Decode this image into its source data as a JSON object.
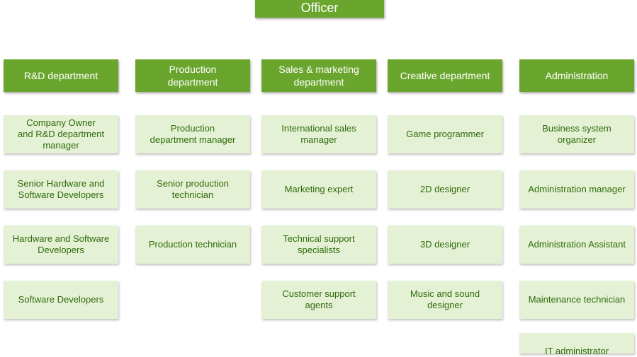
{
  "top": {
    "label": "Officer"
  },
  "departments": [
    {
      "label": "R&D department",
      "roles": [
        "Company Owner\nand R&D department\nmanager",
        "Senior Hardware and\nSoftware Developers",
        "Hardware and Software\nDevelopers",
        "Software Developers"
      ]
    },
    {
      "label": "Production\ndepartment",
      "roles": [
        "Production\ndepartment manager",
        "Senior production\ntechnician",
        "Production technician"
      ]
    },
    {
      "label": "Sales & marketing\ndepartment",
      "roles": [
        "International sales\nmanager",
        "Marketing expert",
        "Technical support\nspecialists",
        "Customer support\nagents"
      ]
    },
    {
      "label": "Creative department",
      "roles": [
        "Game programmer",
        "2D designer",
        "3D designer",
        "Music and sound\ndesigner"
      ]
    },
    {
      "label": "Administration",
      "roles": [
        "Business system\norganizer",
        "Administration manager",
        "Administration Assistant",
        "Maintenance technician",
        "IT administrator"
      ]
    }
  ],
  "colors": {
    "header_fill": "#6aa62e",
    "role_fill": "#e4f1d5",
    "role_text": "#2f6b0a"
  }
}
